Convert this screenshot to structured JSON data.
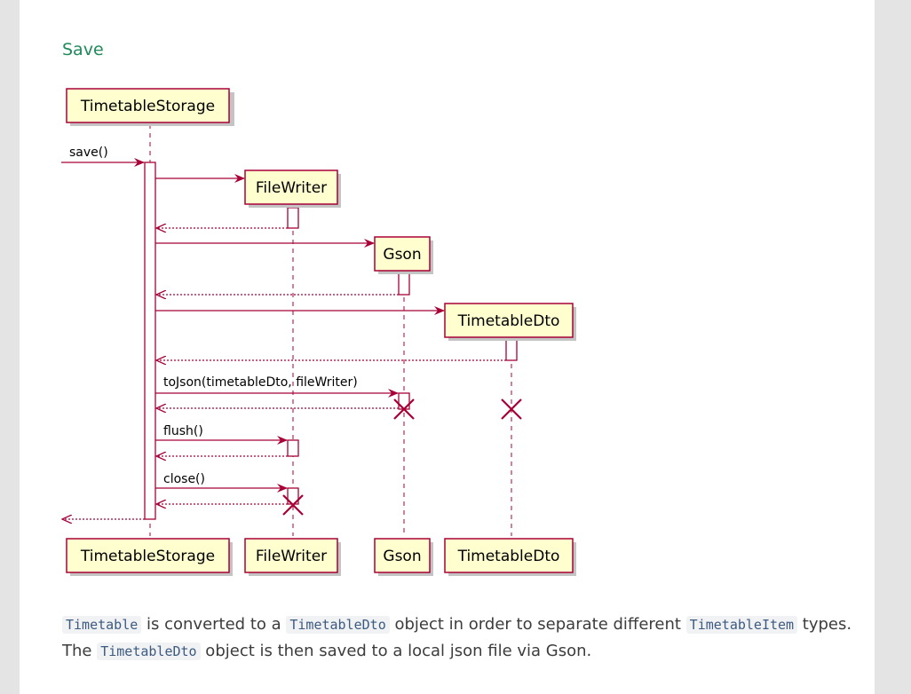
{
  "section": {
    "heading": "Save"
  },
  "diagram": {
    "participants": {
      "storage": "TimetableStorage",
      "filewriter": "FileWriter",
      "gson": "Gson",
      "dto": "TimetableDto"
    },
    "messages": {
      "save": "save()",
      "tojson": "toJson(timetableDto, fileWriter)",
      "flush": "flush()",
      "close": "close()"
    },
    "colors": {
      "stroke": "#a80036",
      "box_fill": "#fefece"
    }
  },
  "description": {
    "code1": "Timetable",
    "text1": " is converted to a ",
    "code2": "TimetableDto",
    "text2": " object in order to separate different ",
    "code3": "TimetableItem",
    "text3": " types. The ",
    "code4": "TimetableDto",
    "text4": " object is then saved to a local json file via Gson."
  }
}
